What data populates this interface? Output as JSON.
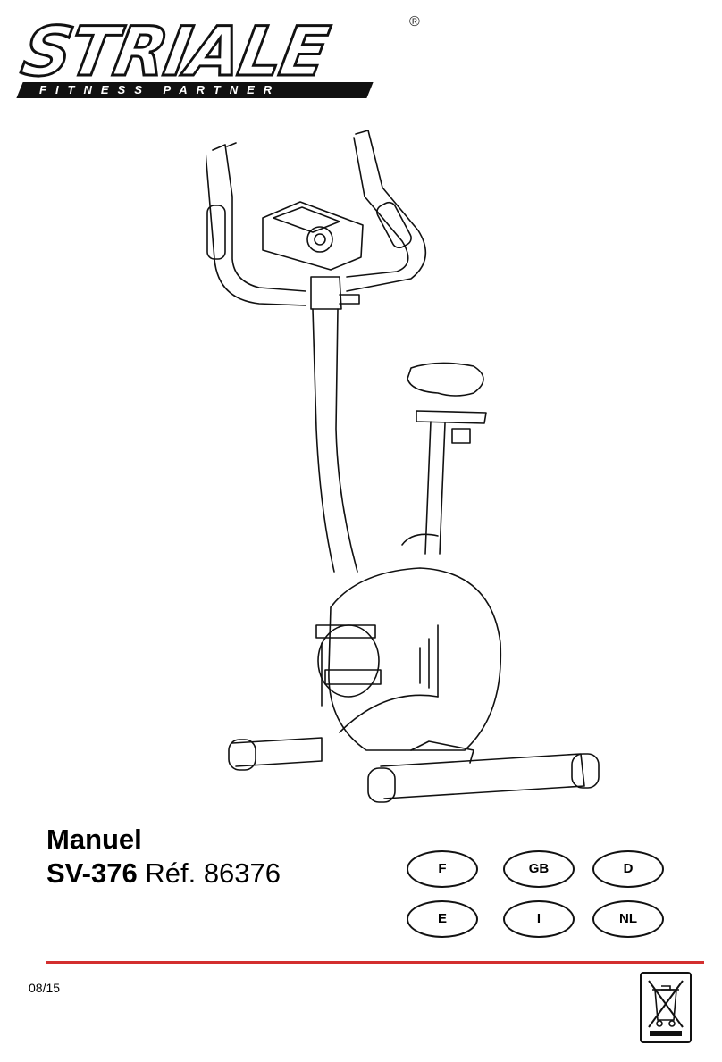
{
  "brand": {
    "name": "STRIALE",
    "registered_mark": "®",
    "tagline": "FITNESS PARTNER"
  },
  "document": {
    "title": "Manuel",
    "model": "SV-376",
    "ref_label": "Réf.",
    "ref_number": "86376",
    "date_code": "08/15"
  },
  "languages": [
    "F",
    "GB",
    "D",
    "E",
    "I",
    "NL"
  ],
  "colors": {
    "rule": "#d32f2f",
    "line": "#111111"
  },
  "icons": {
    "recycling": "crossed-out-wheelie-bin-icon"
  }
}
